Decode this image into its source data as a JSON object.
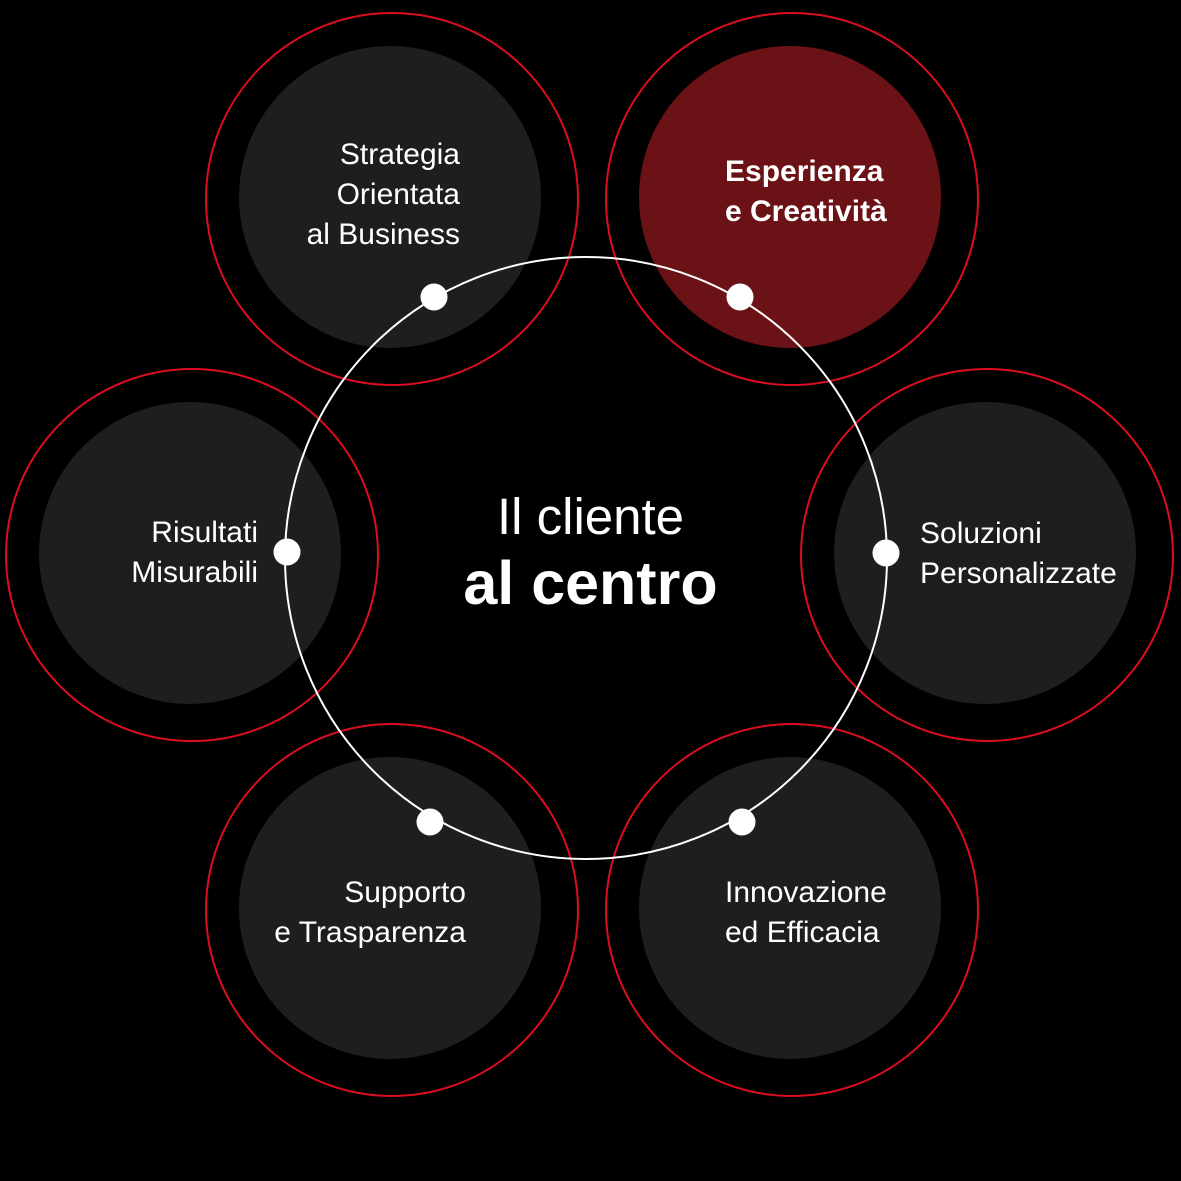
{
  "title": {
    "line1": "Il cliente",
    "line2": "al centro"
  },
  "satellites": [
    {
      "id": "strategia",
      "position": "top-left",
      "highlighted": false,
      "lines": [
        "Strategia",
        "Orientata",
        "al Business"
      ]
    },
    {
      "id": "esperienza",
      "position": "top-right",
      "highlighted": true,
      "lines": [
        "Esperienza",
        "e Creatività"
      ]
    },
    {
      "id": "risultati",
      "position": "left",
      "highlighted": false,
      "lines": [
        "Risultati",
        "Misurabili"
      ]
    },
    {
      "id": "soluzioni",
      "position": "right",
      "highlighted": false,
      "lines": [
        "Soluzioni",
        "Personalizzate"
      ]
    },
    {
      "id": "supporto",
      "position": "bottom-left",
      "highlighted": false,
      "lines": [
        "Supporto",
        "e Trasparenza"
      ]
    },
    {
      "id": "innovazione",
      "position": "bottom-right",
      "highlighted": false,
      "lines": [
        "Innovazione",
        "ed Efficacia"
      ]
    }
  ],
  "colors": {
    "background": "#000000",
    "circle_fill": "#1e1e1e",
    "highlight_fill": "#6b1216",
    "ring_stroke": "#dc0d1e",
    "orbit_stroke": "#ffffff",
    "dot_fill": "#ffffff",
    "text": "#ffffff"
  }
}
